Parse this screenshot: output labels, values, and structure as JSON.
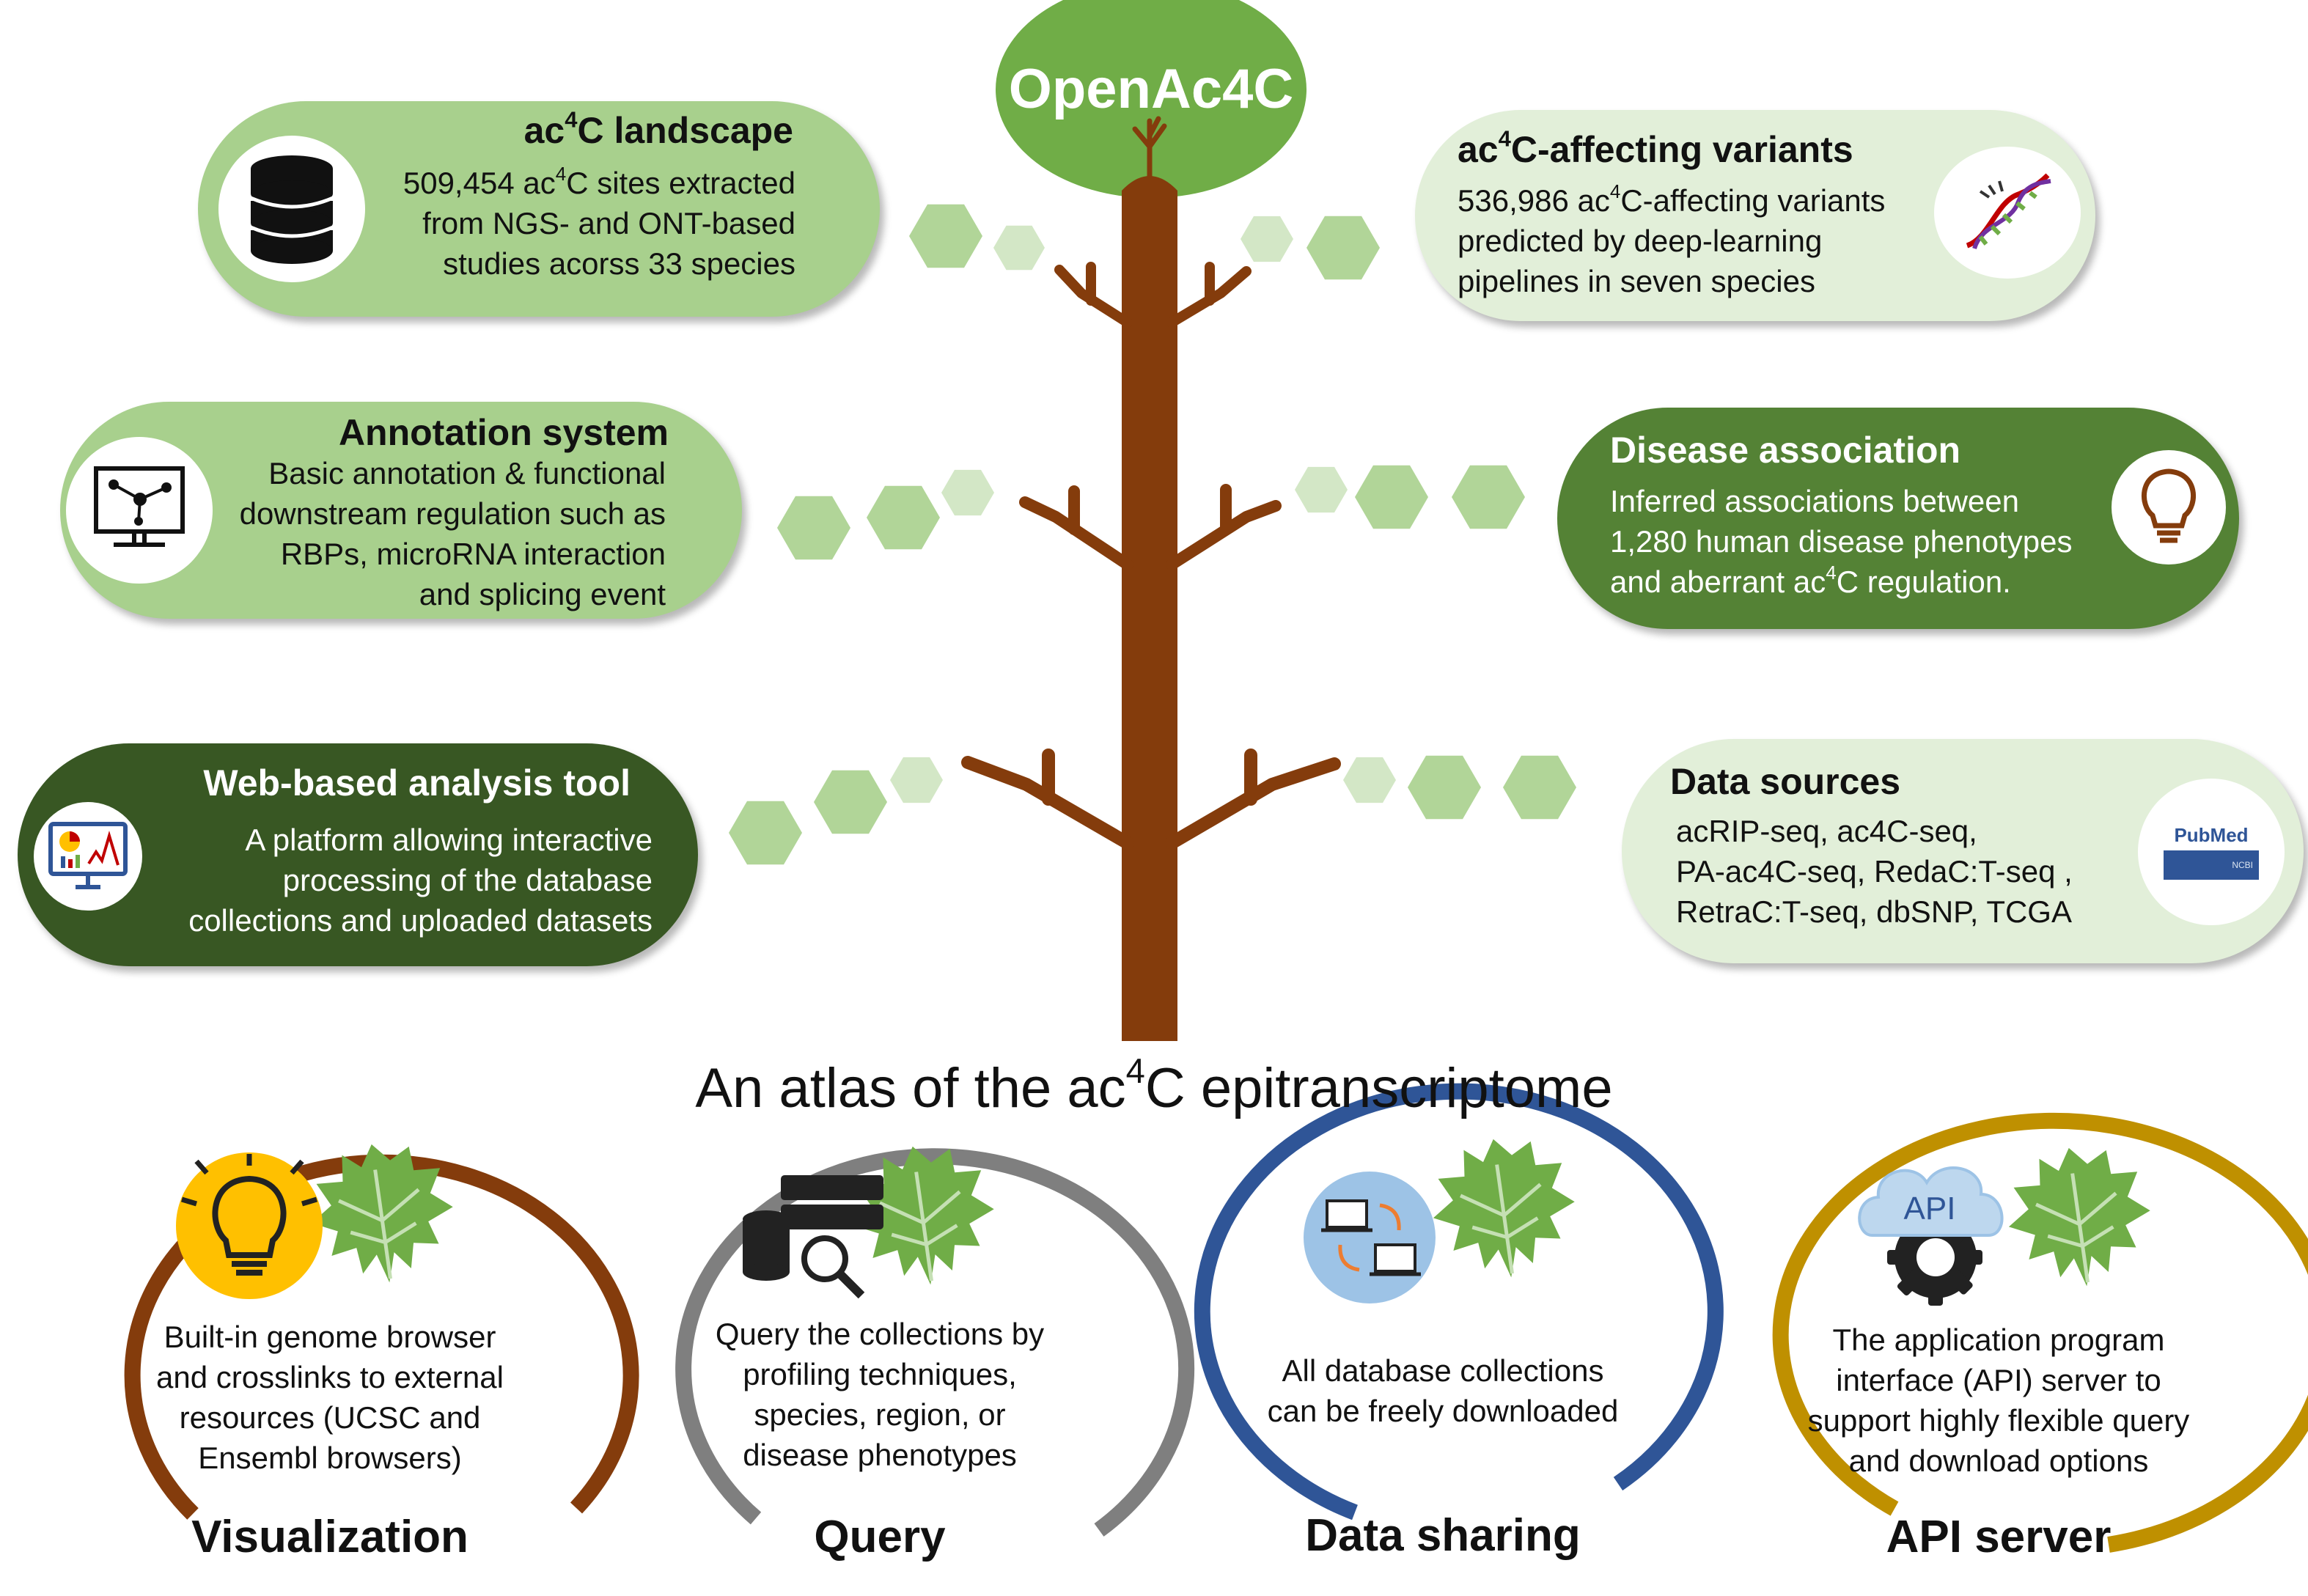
{
  "hub": {
    "title": "OpenAc4C"
  },
  "cards": {
    "landscape": {
      "title_pre": "ac",
      "title_sup": "4",
      "title_post": "C landscape",
      "lines": [
        {
          "pre": "509,454 ac",
          "sup": "4",
          "post": "C sites extracted"
        },
        {
          "pre": "from NGS- and ONT-based",
          "sup": "",
          "post": ""
        },
        {
          "pre": "studies acorss 33 species",
          "sup": "",
          "post": ""
        }
      ],
      "icon": "database-icon"
    },
    "variants": {
      "title_pre": "ac",
      "title_sup": "4",
      "title_post": "C-affecting variants",
      "lines": [
        {
          "pre": "536,986 ac",
          "sup": "4",
          "post": "C-affecting variants"
        },
        {
          "pre": "predicted by deep-learning",
          "sup": "",
          "post": ""
        },
        {
          "pre": "pipelines in seven species",
          "sup": "",
          "post": ""
        }
      ],
      "icon": "dna-icon"
    },
    "annotation": {
      "title": "Annotation system",
      "lines": [
        "Basic annotation & functional",
        "downstream regulation such as",
        "RBPs, microRNA interaction",
        "and splicing event"
      ],
      "icon": "network-monitor-icon"
    },
    "disease": {
      "title": "Disease association",
      "lines": [
        {
          "pre": "Inferred associations between",
          "sup": "",
          "post": ""
        },
        {
          "pre": "1,280 human disease phenotypes",
          "sup": "",
          "post": ""
        },
        {
          "pre": "and aberrant ac",
          "sup": "4",
          "post": "C regulation."
        }
      ],
      "icon": "lightbulb-icon"
    },
    "web": {
      "title": "Web-based analysis tool",
      "lines": [
        "A platform allowing interactive",
        "processing of the database",
        "collections and uploaded datasets"
      ],
      "icon": "analytics-monitor-icon"
    },
    "sources": {
      "title": "Data sources",
      "lines": [
        "acRIP-seq, ac4C-seq,",
        "PA-ac4C-seq, RedaC:T-seq ,",
        "RetraC:T-seq, dbSNP, TCGA"
      ],
      "logo_text": "PubMed",
      "logo_sub": "NCBI",
      "icon": "pubmed-logo"
    }
  },
  "atlas_title": {
    "pre": "An atlas of the ac",
    "sup": "4",
    "post": "C epitranscriptome"
  },
  "features": [
    {
      "label": "Visualization",
      "lines": [
        "Built-in genome browser",
        "and crosslinks to external",
        "resources (UCSC and",
        "Ensembl browsers)"
      ],
      "icon": "lightbulb-icon",
      "color": "#843c0c"
    },
    {
      "label": "Query",
      "lines": [
        "Query the collections by",
        "profiling techniques,",
        "species, region, or",
        "disease phenotypes"
      ],
      "icon": "database-search-icon",
      "color": "#7f7f7f"
    },
    {
      "label": "Data sharing",
      "lines": [
        "All database collections",
        "can be freely downloaded"
      ],
      "icon": "computer-sync-icon",
      "color": "#2f5597"
    },
    {
      "label": "API server",
      "lines": [
        "The application program",
        "interface (API) server to",
        "support highly flexible query",
        "and download options"
      ],
      "icon": "api-cloud-gear-icon",
      "icon_text": "API",
      "color": "#bf9000"
    }
  ],
  "colors": {
    "trunk": "#843c0c",
    "hub": "#70ad47",
    "card_light": "#a8d08d",
    "card_pale": "#e2efd9",
    "card_dark": "#548235",
    "card_darker": "#385723",
    "leaf": "#70ad47",
    "hexagon": "#a8d08d"
  }
}
